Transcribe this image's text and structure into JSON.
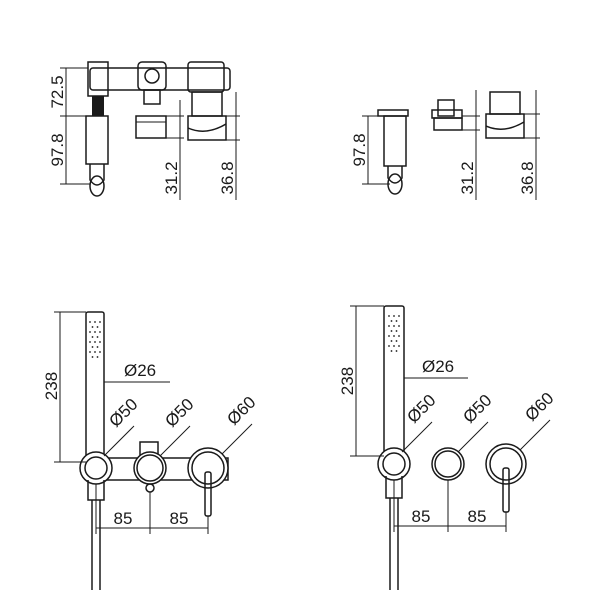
{
  "views": {
    "top_left": {
      "dims": {
        "height_upper": "72.5",
        "height_lower": "97.8",
        "depth_mid": "31.2",
        "depth_right": "36.8"
      }
    },
    "top_right": {
      "dims": {
        "height": "97.8",
        "depth_mid": "31.2",
        "depth_right": "36.8"
      }
    },
    "bottom_left": {
      "dims": {
        "handshower_height": "238",
        "handshower_dia": "Ø26",
        "dia_1": "Ø50",
        "dia_2": "Ø50",
        "dia_3": "Ø60",
        "spacing_1": "85",
        "spacing_2": "85"
      }
    },
    "bottom_right": {
      "dims": {
        "handshower_height": "238",
        "handshower_dia": "Ø26",
        "dia_1": "Ø50",
        "dia_2": "Ø50",
        "dia_3": "Ø60",
        "spacing_1": "85",
        "spacing_2": "85"
      }
    }
  }
}
